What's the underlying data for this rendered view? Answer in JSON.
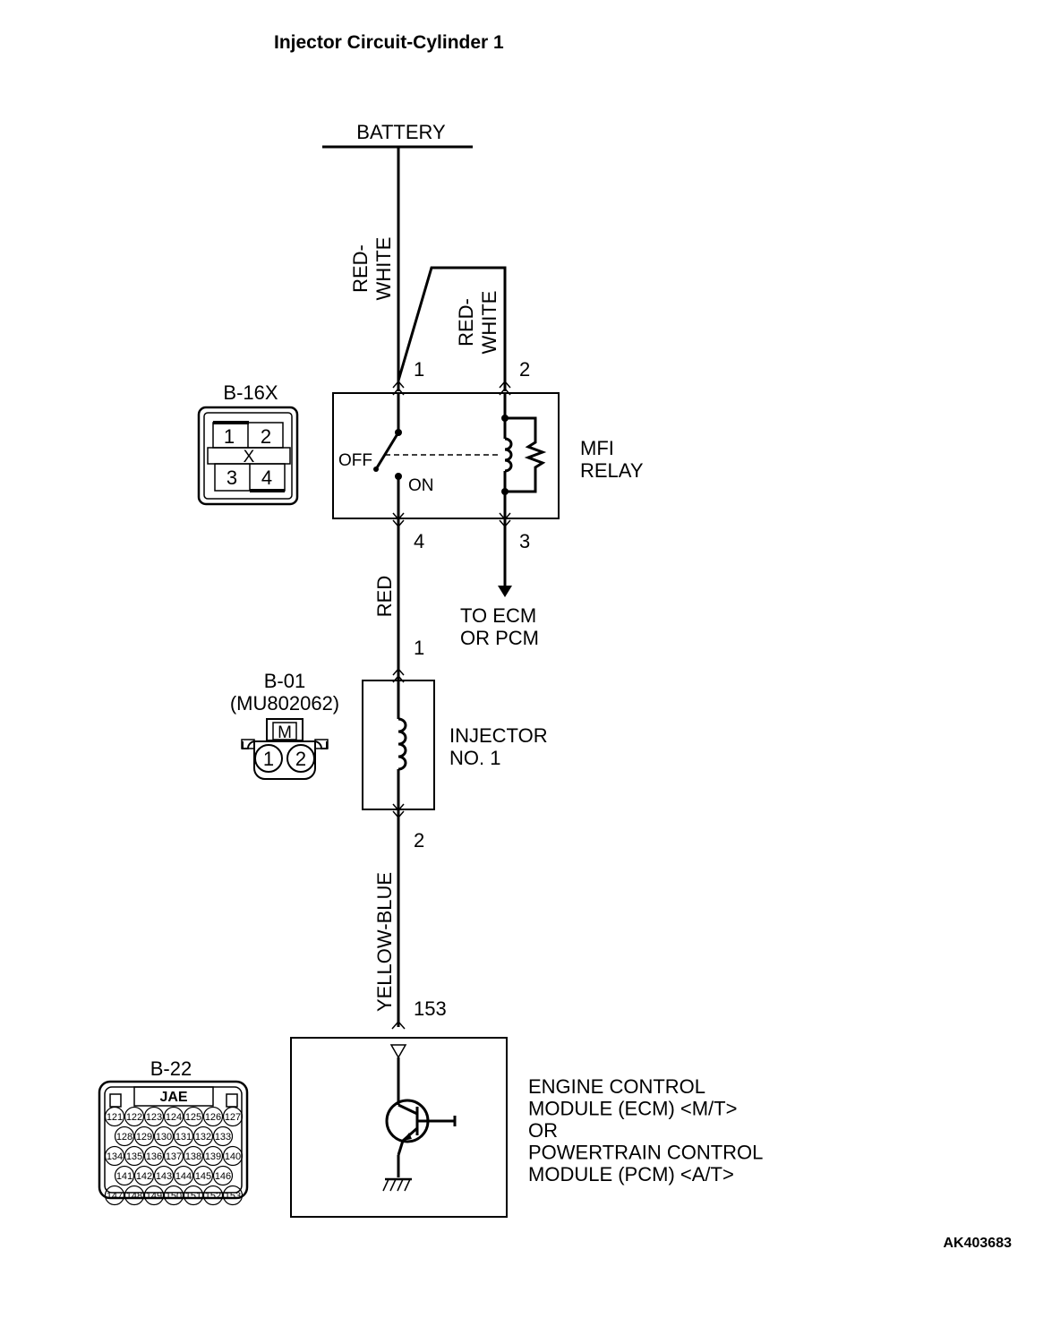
{
  "title": "Injector Circuit-Cylinder 1",
  "source": "BATTERY",
  "wires": {
    "battery_to_relay_1": "RED-\nWHITE",
    "battery_to_relay_2": "RED-\nWHITE",
    "relay_to_injector": "RED",
    "injector_to_ecm": "YELLOW-BLUE"
  },
  "relay": {
    "name": "MFI\nRELAY",
    "pins": [
      "1",
      "2",
      "4",
      "3"
    ],
    "off_label": "OFF",
    "on_label": "ON",
    "output_label": "TO ECM\nOR PCM"
  },
  "injector": {
    "name": "INJECTOR\nNO. 1",
    "pins": [
      "1",
      "2"
    ]
  },
  "ecm": {
    "pin": "153",
    "name": "ENGINE CONTROL\nMODULE (ECM) <M/T>\nOR\nPOWERTRAIN CONTROL\nMODULE (PCM) <A/T>"
  },
  "connectors": {
    "b16x": {
      "id": "B-16X",
      "pins": [
        "1",
        "2",
        "3",
        "4"
      ],
      "mark": "X"
    },
    "b01": {
      "id": "B-01",
      "part": "(MU802062)",
      "mark": "M",
      "pins": [
        "1",
        "2"
      ]
    },
    "b22": {
      "id": "B-22",
      "mark": "JAE",
      "pins": [
        [
          "121",
          "122",
          "123",
          "124",
          "125",
          "126",
          "127"
        ],
        [
          "128",
          "129",
          "130",
          "131",
          "132",
          "133"
        ],
        [
          "134",
          "135",
          "136",
          "137",
          "138",
          "139",
          "140"
        ],
        [
          "141",
          "142",
          "143",
          "144",
          "145",
          "146"
        ],
        [
          "147",
          "148",
          "149",
          "150",
          "151",
          "152",
          "153"
        ]
      ]
    }
  },
  "figure_code": "AK403683"
}
